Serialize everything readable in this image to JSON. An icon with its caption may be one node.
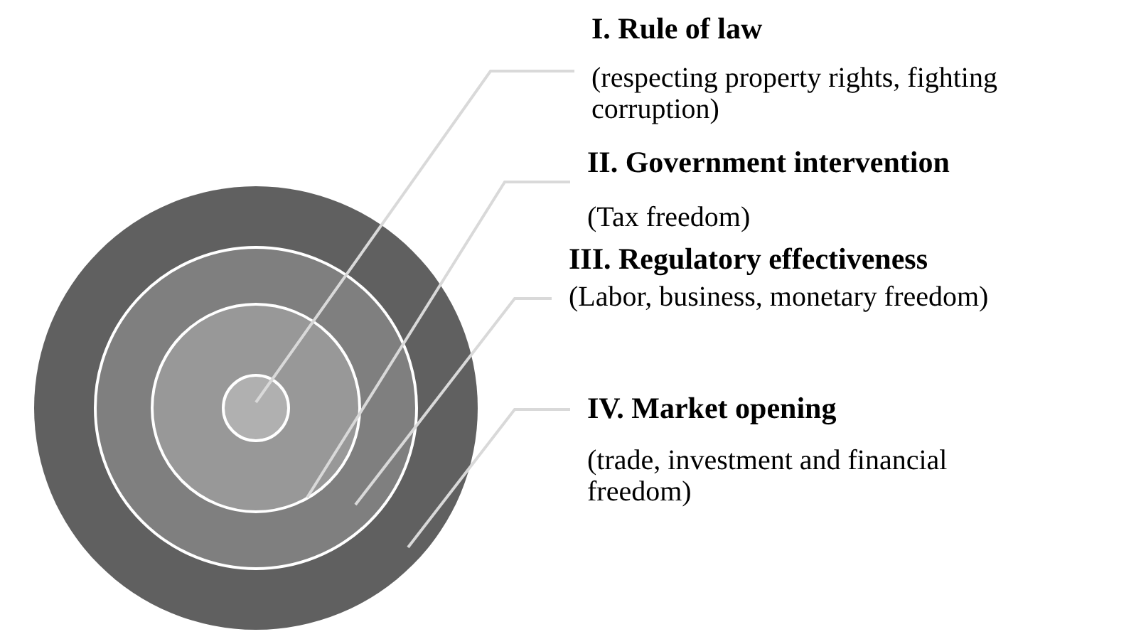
{
  "diagram": {
    "nodes": [
      {
        "text": [
          "I. Rule of law",
          "(respecting property rights, fighting corruption)"
        ]
      },
      {
        "text": [
          "II. Government intervention",
          "(Tax freedom)"
        ]
      },
      {
        "text": [
          "III. Regulatory effectiveness",
          "(Labor, business, monetary freedom)"
        ]
      },
      {
        "text": [
          "IV.  Market opening",
          "(trade, investment and financial freedom)"
        ]
      },
      {
        "text": [],
        "shape": "circle"
      },
      {
        "text": [],
        "shape": "circle",
        "in": 4
      },
      {
        "text": [],
        "shape": "circle",
        "in": 5
      },
      {
        "text": [],
        "shape": "circle",
        "in": 6
      }
    ],
    "edges": [
      {
        "from": 0,
        "to": 7,
        "arrow": "none"
      },
      {
        "from": 1,
        "to": 6,
        "arrow": "none"
      },
      {
        "from": 2,
        "to": 5,
        "arrow": "none"
      },
      {
        "from": 3,
        "to": 4,
        "arrow": "none"
      }
    ]
  }
}
